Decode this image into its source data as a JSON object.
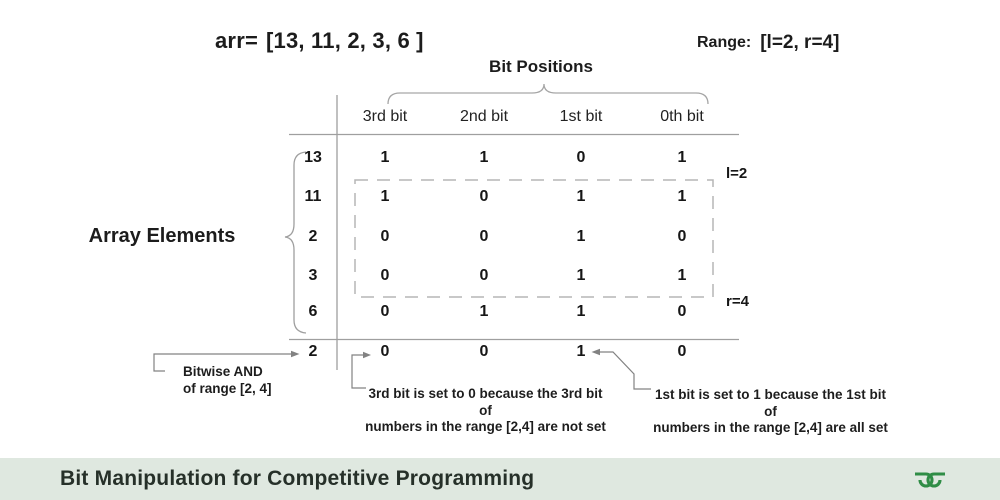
{
  "header": {
    "array_label": "arr=",
    "array_value": "[13, 11, 2, 3, 6 ]",
    "range_label": "Range:",
    "range_value": "[l=2, r=4]"
  },
  "table": {
    "title": "Bit Positions",
    "columns": [
      "3rd bit",
      "2nd bit",
      "1st bit",
      "0th bit"
    ],
    "row_axis_label": "Array Elements",
    "rows": [
      {
        "element": "13",
        "bits": [
          "1",
          "1",
          "0",
          "1"
        ]
      },
      {
        "element": "11",
        "bits": [
          "1",
          "0",
          "1",
          "1"
        ]
      },
      {
        "element": "2",
        "bits": [
          "0",
          "0",
          "1",
          "0"
        ]
      },
      {
        "element": "3",
        "bits": [
          "0",
          "0",
          "1",
          "1"
        ]
      },
      {
        "element": "6",
        "bits": [
          "0",
          "1",
          "1",
          "0"
        ]
      }
    ],
    "result_row": {
      "element": "2",
      "bits": [
        "0",
        "0",
        "1",
        "0"
      ]
    },
    "range_markers": {
      "left_marker": "l=2",
      "right_marker": "r=4"
    }
  },
  "annotations": {
    "result": {
      "line1": "Bitwise AND",
      "line2": "of range [2, 4]"
    },
    "bit3": {
      "line1": "3rd bit is set to 0 because  the 3rd bit of",
      "line2": "numbers in the range [2,4] are not set"
    },
    "bit1": {
      "line1": "1st bit is set to 1 because  the 1st bit of",
      "line2": "numbers in the range [2,4] are all set"
    }
  },
  "footer": {
    "title": "Bit Manipulation for Competitive Programming",
    "logo_icon": "geeksforgeeks-logo"
  },
  "colors": {
    "footer_bar_bg": "#dfe8e0",
    "footer_text": "#263029",
    "logo_green": "#2f8d46",
    "grid_line": "#9f9f9f",
    "dashed_box": "#b5b5b5",
    "connector": "#828282",
    "text": "#1c1c1c"
  }
}
